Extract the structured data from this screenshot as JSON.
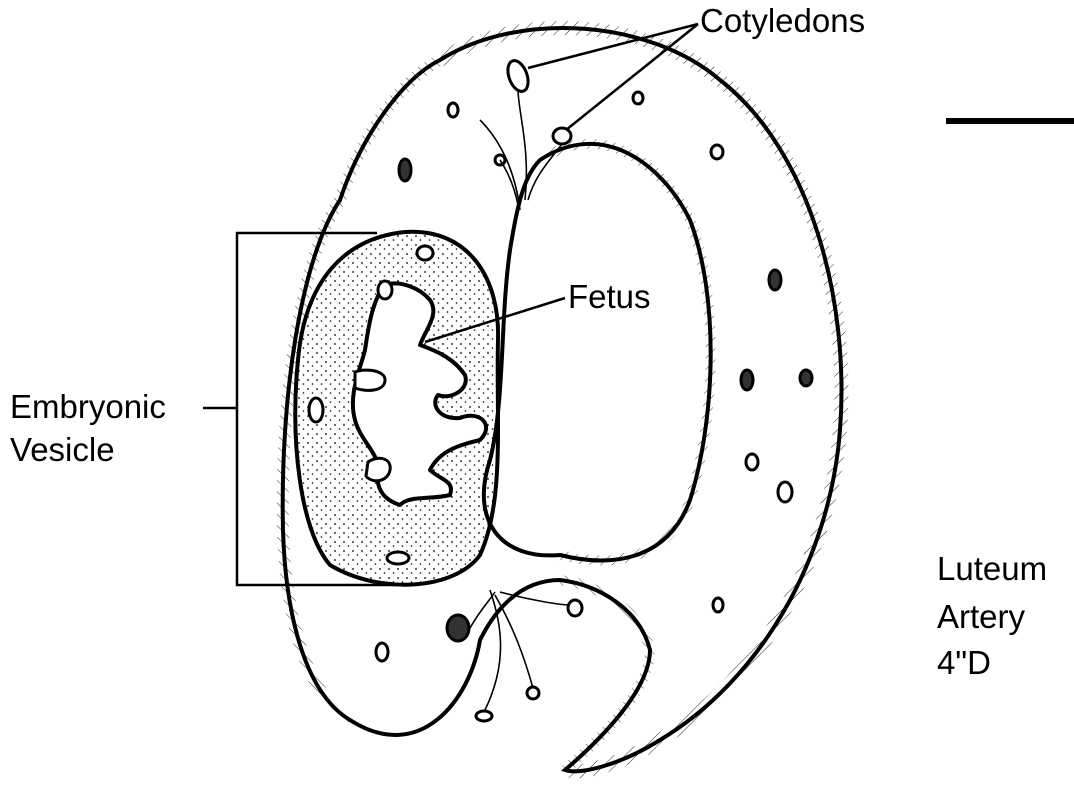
{
  "labels": {
    "cotyledons": "Cotyledons",
    "fetus": "Fetus",
    "embryonic": "Embryonic",
    "vesicle": "Vesicle"
  },
  "cutoff_text": [
    "Luteum",
    "Artery",
    "4\"D"
  ],
  "colors": {
    "ink": "#000000",
    "background": "#ffffff"
  }
}
